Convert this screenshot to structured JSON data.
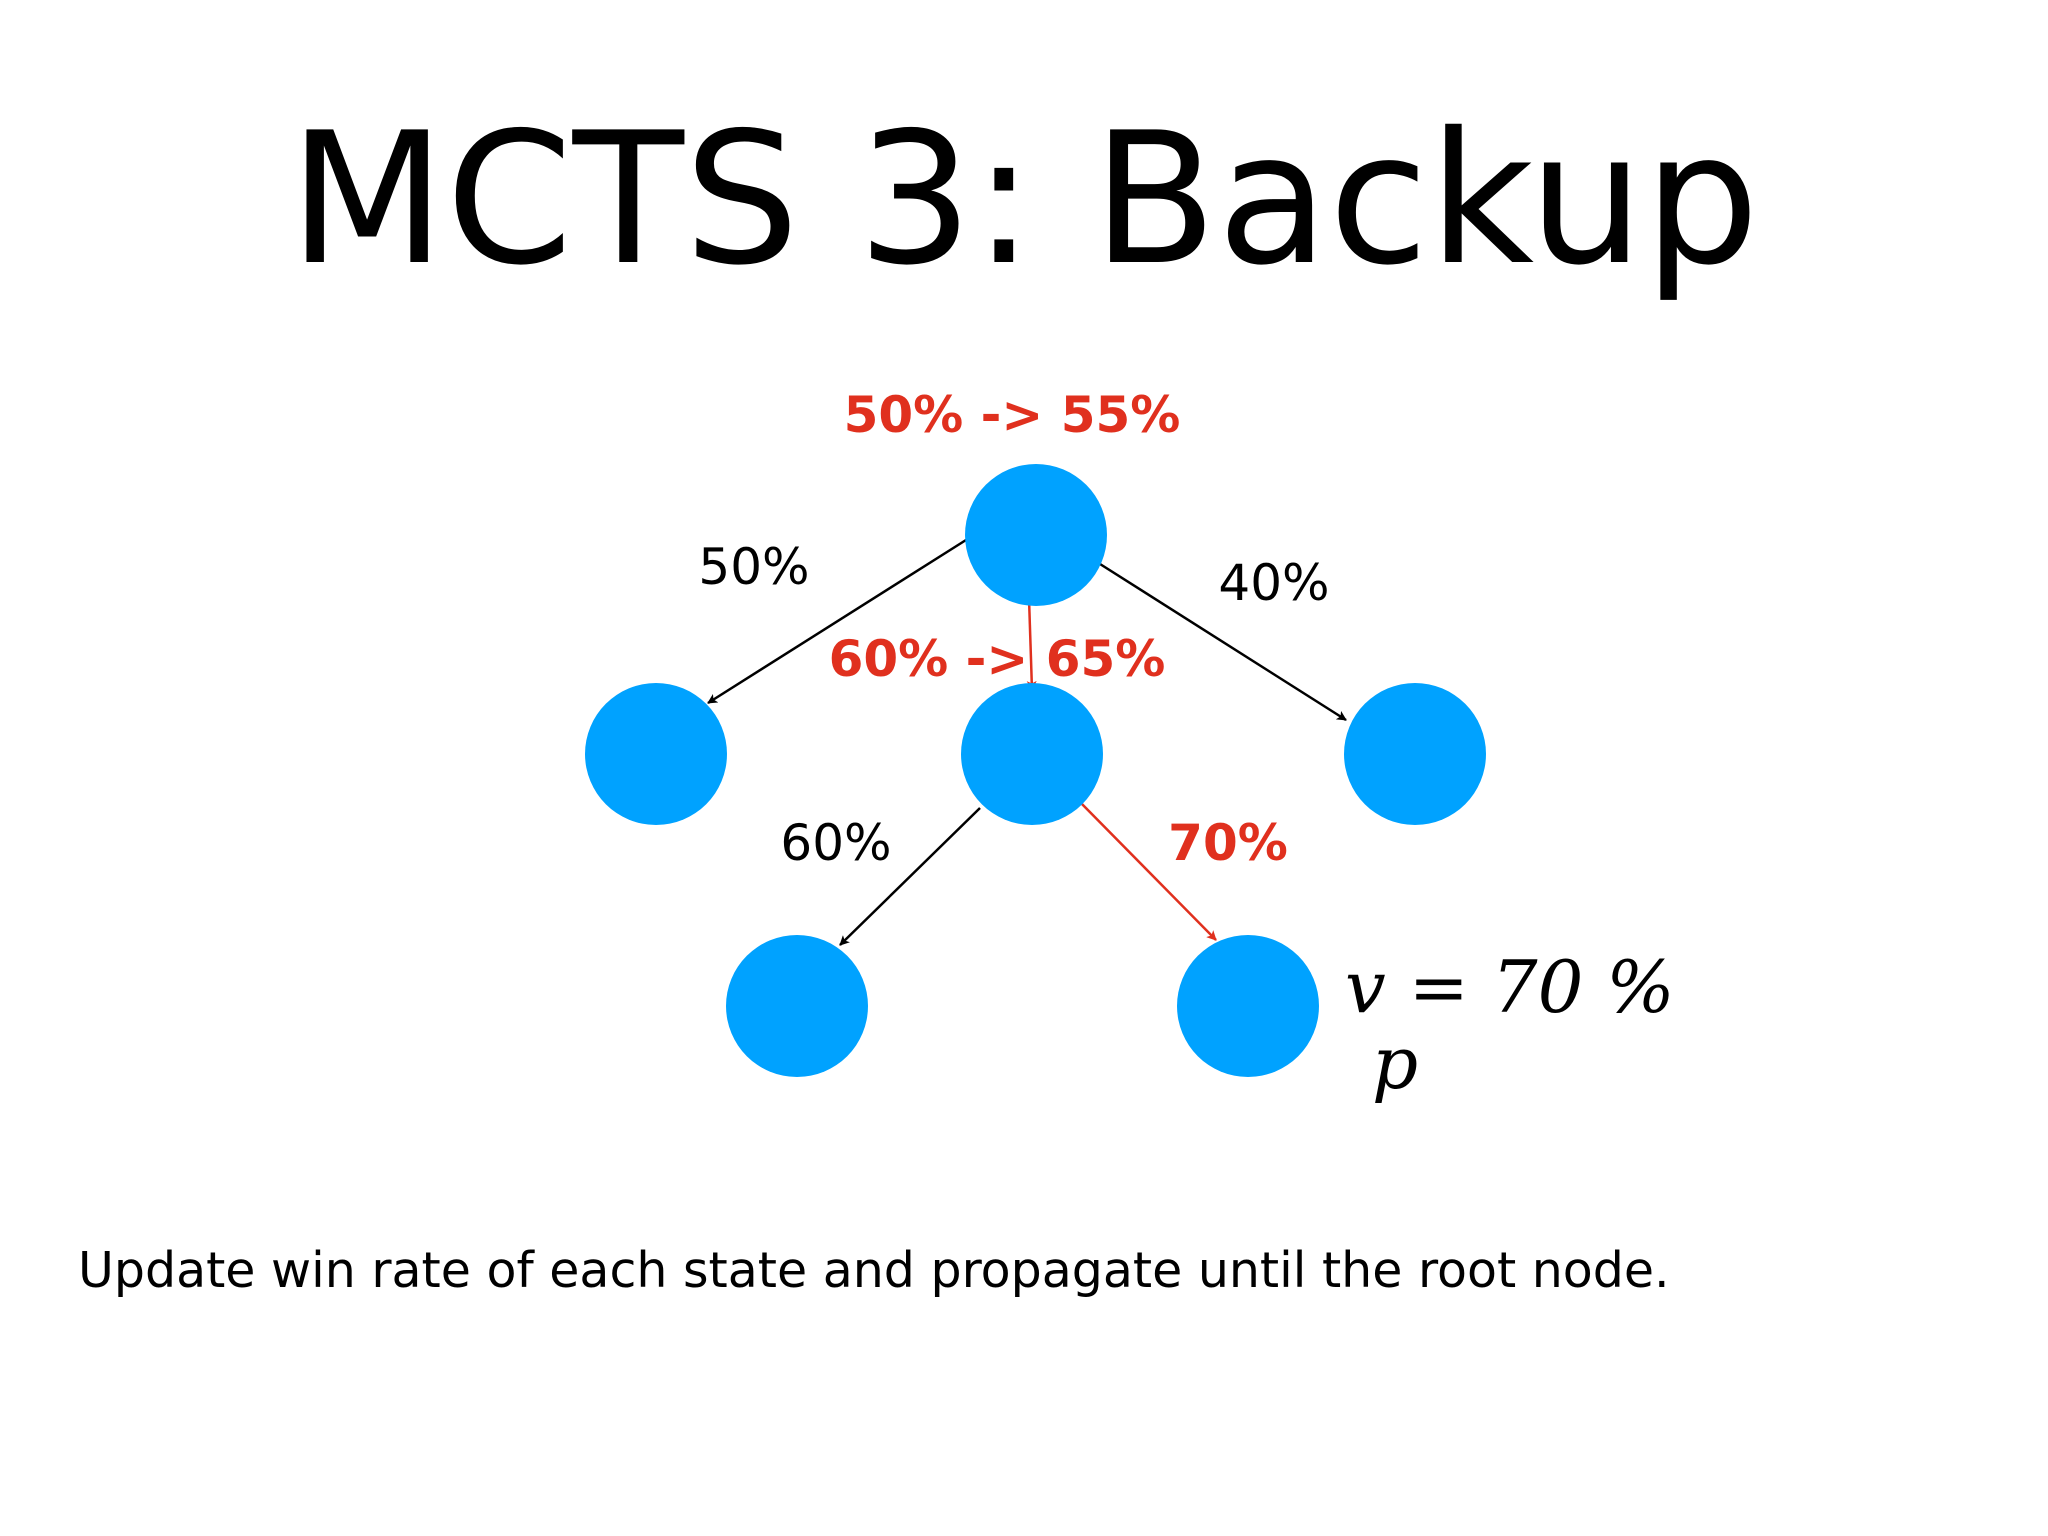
{
  "title": "MCTS 3: Backup",
  "caption": "Update win rate of each state and propagate until the root node.",
  "colors": {
    "node": "#00A2FF",
    "highlight": "#E0301E",
    "edge": "#000000"
  },
  "node_labels": {
    "root": "50% -> 55%",
    "middle": "60% -> 65%"
  },
  "edge_labels": {
    "root_left": "50%",
    "root_right": "40%",
    "middle_left": "60%",
    "middle_right": "70%"
  },
  "leaf_value": {
    "v": "v = 70 %",
    "p": "p"
  }
}
